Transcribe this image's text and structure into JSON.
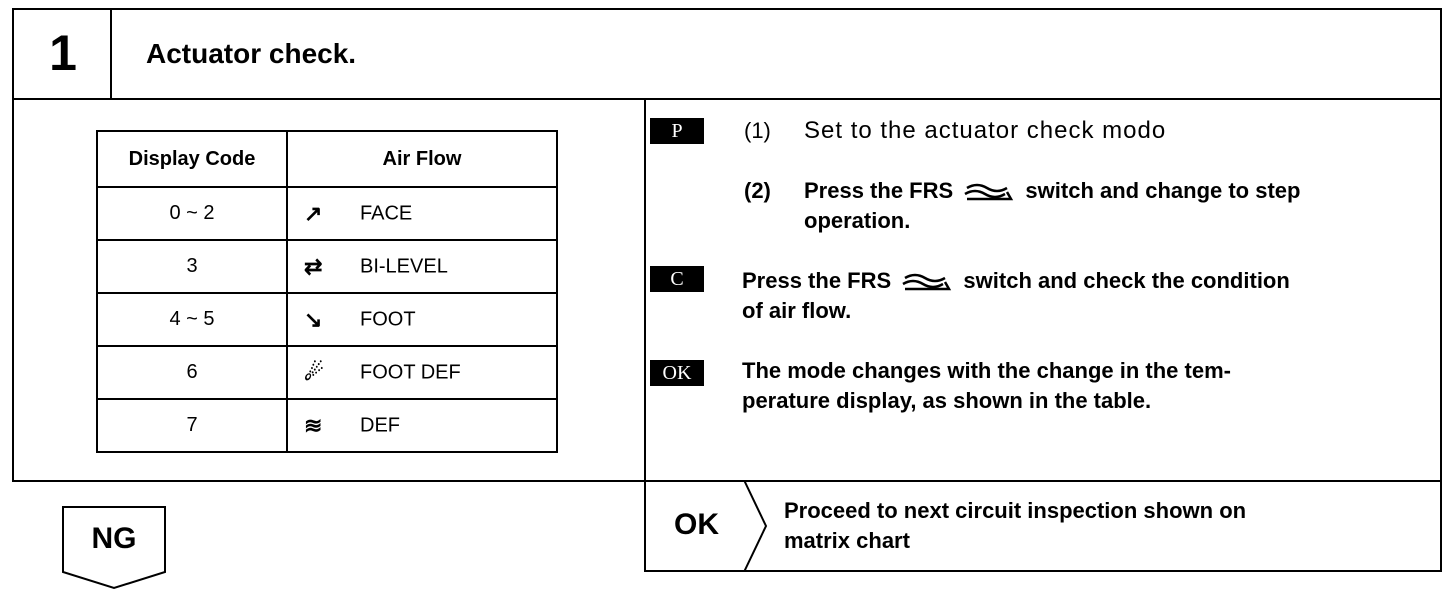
{
  "step": {
    "number": "1",
    "title": "Actuator check."
  },
  "table": {
    "headers": [
      "Display Code",
      "Air Flow"
    ],
    "rows": [
      {
        "code": "0 ~ 2",
        "icon": "face-vent-icon",
        "glyph": "↗",
        "flow": "FACE"
      },
      {
        "code": "3",
        "icon": "bi-level-vent-icon",
        "glyph": "⇄",
        "flow": "BI-LEVEL"
      },
      {
        "code": "4 ~ 5",
        "icon": "foot-vent-icon",
        "glyph": "↘",
        "flow": "FOOT"
      },
      {
        "code": "6",
        "icon": "foot-def-vent-icon",
        "glyph": "☄",
        "flow": "FOOT DEF"
      },
      {
        "code": "7",
        "icon": "defrost-icon",
        "glyph": "≋",
        "flow": "DEF"
      }
    ]
  },
  "procedure": {
    "p_badge": "P",
    "p1_num": "(1)",
    "p1_text": "Set to the actuator check modo",
    "p2_num": "(2)",
    "p2_line1": "Press the FRS",
    "p2_line1b": "switch and change to step",
    "p2_line2": "operation.",
    "c_badge": "C",
    "c_line1": "Press the FRS",
    "c_line1b": "switch and check the condition",
    "c_line2": "of air flow.",
    "ok_badge": "OK",
    "ok_line1": "The mode changes with the change in the tem-",
    "ok_line2": "perature display, as shown in the table."
  },
  "result_ok": {
    "label": "OK",
    "line1": "Proceed to next circuit inspection shown on",
    "line2": "matrix chart"
  },
  "result_ng": {
    "label": "NG"
  }
}
